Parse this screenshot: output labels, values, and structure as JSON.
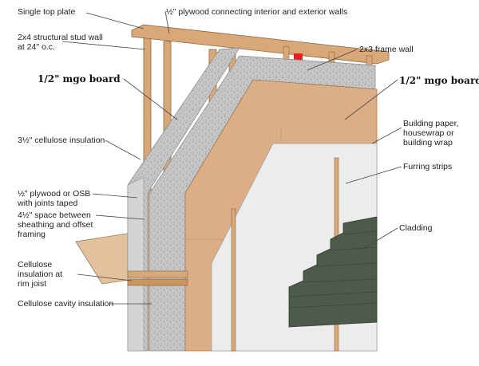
{
  "labels": {
    "single_top_plate": "Single top  plate",
    "plywood_connecting": "½\" plywood connecting interior and exterior walls",
    "stud_wall_line1": "2x4 structural stud wall",
    "stud_wall_line2": "at 24\" o.c.",
    "frame_wall": "2x3 frame wall",
    "mgo_left": "1/2\" mgo board",
    "mgo_right": "1/2\" mgo board",
    "cellulose_insulation": "3½\" cellulose insulation",
    "building_paper_line1": "Building paper,",
    "building_paper_line2": "housewrap or",
    "building_paper_line3": "building wrap",
    "furring_strips": "Furring strips",
    "osb_line1": "½\" plywood or OSB",
    "osb_line2": "with joints taped",
    "space_line1": "4½\" space between",
    "space_line2": "sheathing and offset",
    "space_line3": "framing",
    "cladding": "Cladding",
    "rim_line1": "Cellulose",
    "rim_line2": "insulation at",
    "rim_line3": "rim joist",
    "cavity_insulation": "Cellulose cavity insulation"
  },
  "colors": {
    "wood": "#d8a878",
    "wood_dark": "#b98556",
    "osb": "#dcae85",
    "mgo": "#cfcfcf",
    "cellulose": "#bfbfbf",
    "wrap": "#ececec",
    "cladding": "#4d5c4a",
    "leader": "#444444",
    "accent_red": "#e81f1f"
  }
}
